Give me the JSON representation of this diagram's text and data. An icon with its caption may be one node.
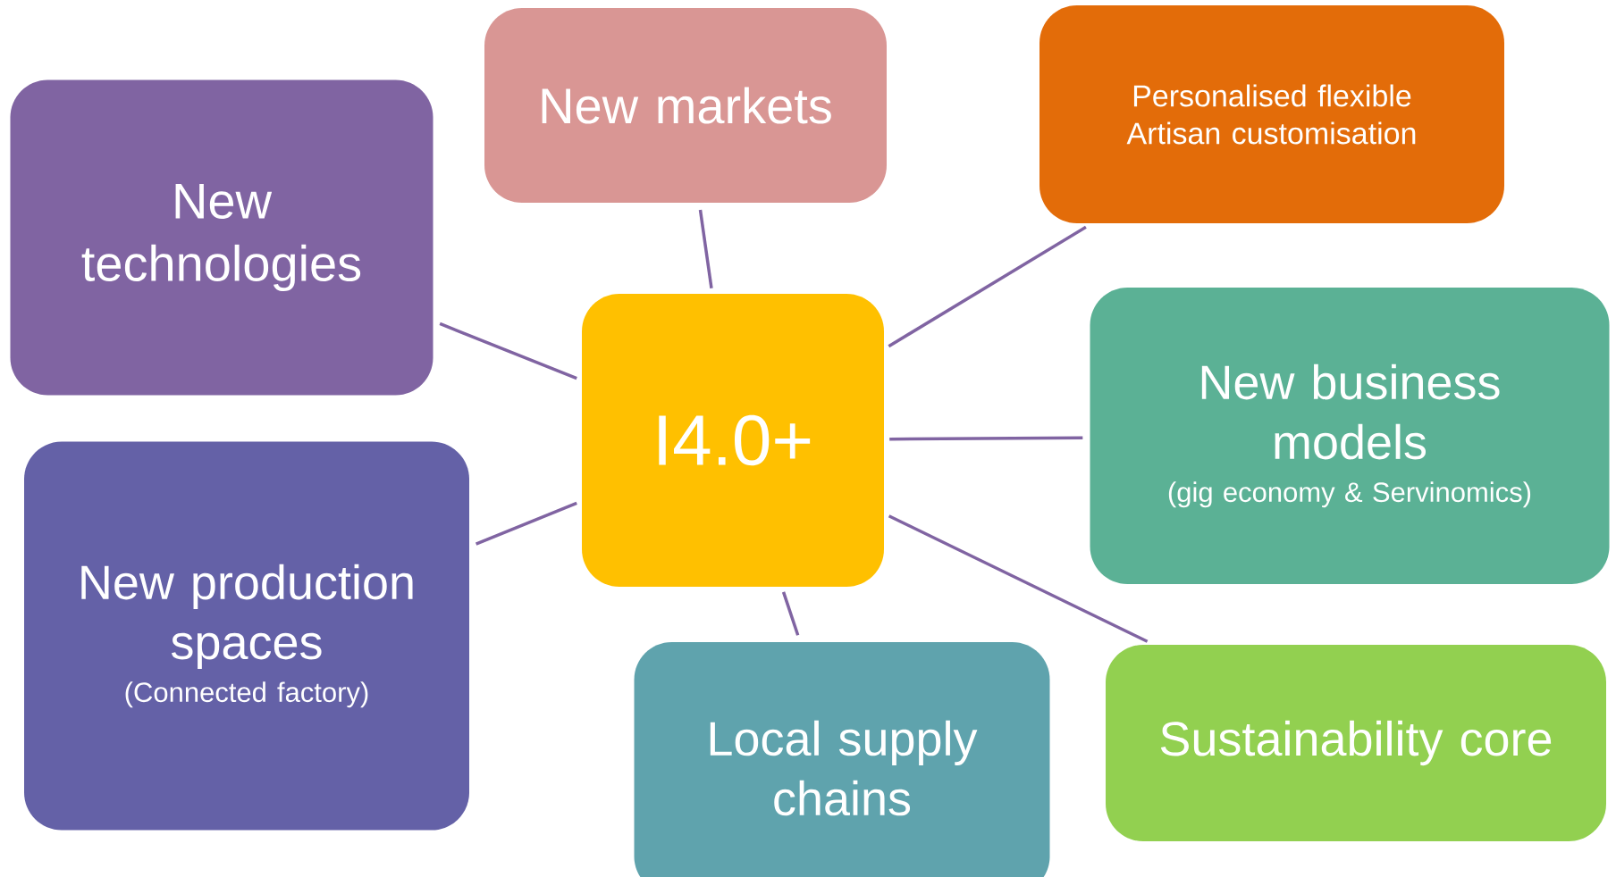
{
  "diagram": {
    "nodes": [
      {
        "text": [
          "New technologies"
        ]
      },
      {
        "text": [
          "New markets"
        ]
      },
      {
        "text": [
          "Personalised flexible Artisan customisation"
        ]
      },
      {
        "text": [
          "I4.0+"
        ]
      },
      {
        "text": [
          "New business models",
          "(gig economy & Servinomics)"
        ]
      },
      {
        "text": [
          "New production spaces",
          "(Connected factory)"
        ]
      },
      {
        "text": [
          "Local supply chains"
        ]
      },
      {
        "text": [
          "Sustainability core"
        ]
      }
    ],
    "edges": [
      {
        "from": 3,
        "to": 0,
        "arrow": "none"
      },
      {
        "from": 3,
        "to": 1,
        "arrow": "none"
      },
      {
        "from": 3,
        "to": 2,
        "arrow": "none"
      },
      {
        "from": 3,
        "to": 4,
        "arrow": "none"
      },
      {
        "from": 3,
        "to": 5,
        "arrow": "none"
      },
      {
        "from": 3,
        "to": 6,
        "arrow": "none"
      },
      {
        "from": 3,
        "to": 7,
        "arrow": "none"
      }
    ]
  }
}
